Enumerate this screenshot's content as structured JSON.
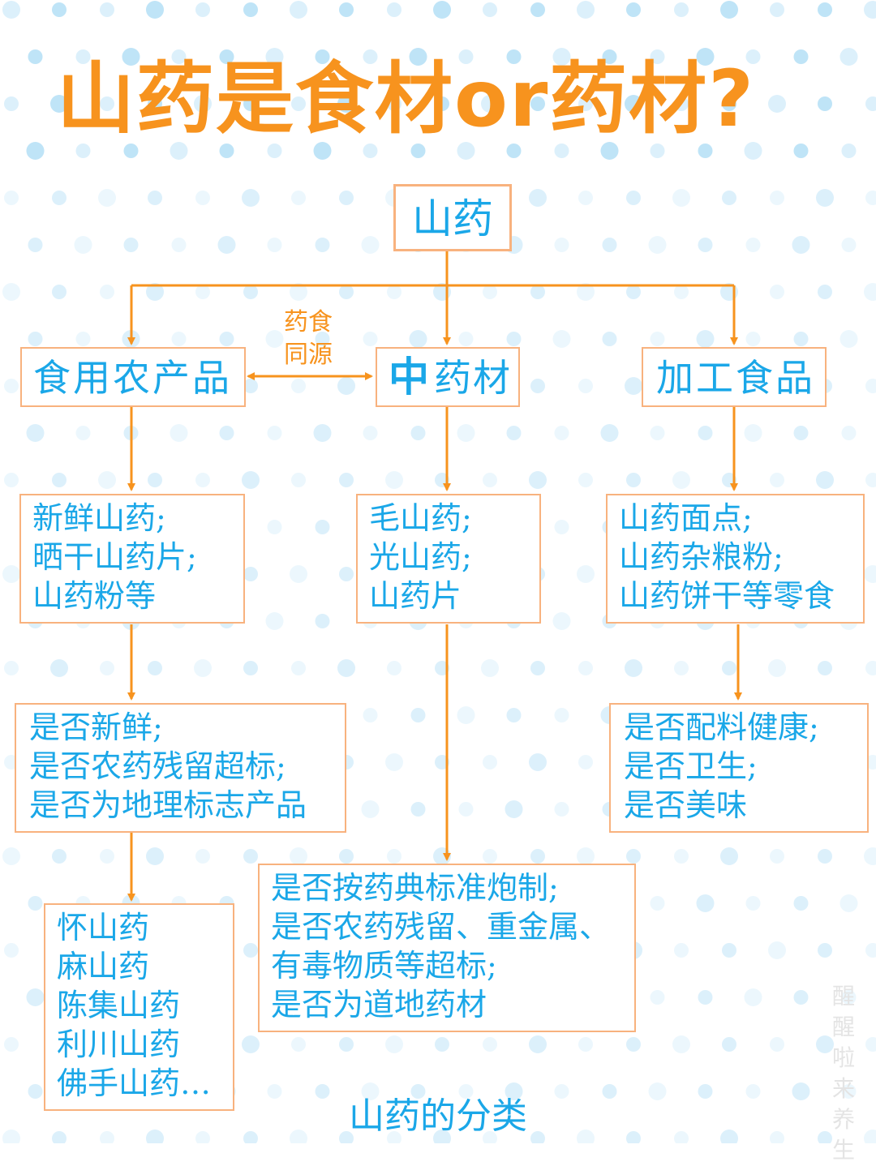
{
  "title": "山药是食材or药材?",
  "root": "山药",
  "connector_note": [
    "药食",
    "同源"
  ],
  "categories": [
    {
      "label": "食用农产品",
      "examples": [
        "新鲜山药;",
        "晒干山药片;",
        "山药粉等"
      ],
      "criteria": [
        "是否新鲜;",
        "是否农药残留超标;",
        "是否为地理标志产品"
      ],
      "varieties": [
        "怀山药",
        "麻山药",
        "陈集山药",
        "利川山药",
        "佛手山药…"
      ]
    },
    {
      "label_prefix": "中",
      "label": "药材",
      "examples": [
        "毛山药;",
        "光山药;",
        "山药片"
      ],
      "criteria": [
        "是否按药典标准炮制;",
        "是否农药残留、重金属、",
        "有毒物质等超标;",
        "是否为道地药材"
      ]
    },
    {
      "label": "加工食品",
      "examples": [
        "山药面点;",
        "山药杂粮粉;",
        "山药饼干等零食"
      ],
      "criteria": [
        "是否配料健康;",
        "是否卫生;",
        "是否美味"
      ]
    }
  ],
  "footer": "山药的分类",
  "watermark": "醒醒啦来养生",
  "colors": {
    "title": "#f7931e",
    "text": "#1aa7e8",
    "arrow": "#f7931e",
    "box_border": "#f8b27e",
    "dot": "#bfe4f7"
  }
}
